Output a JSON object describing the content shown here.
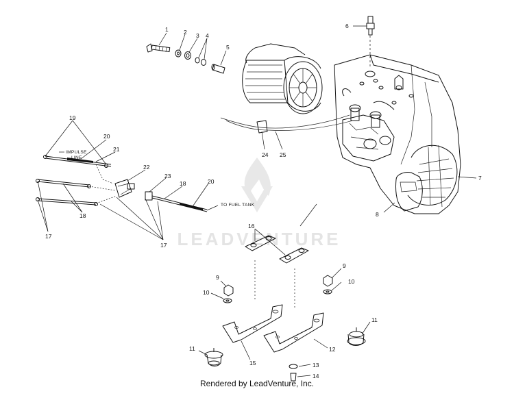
{
  "diagram": {
    "callouts": [
      {
        "label": "1"
      },
      {
        "label": "2"
      },
      {
        "label": "3"
      },
      {
        "label": "4"
      },
      {
        "label": "5"
      },
      {
        "label": "6"
      },
      {
        "label": "7"
      },
      {
        "label": "8"
      },
      {
        "label": "9"
      },
      {
        "label": "10"
      },
      {
        "label": "9"
      },
      {
        "label": "10"
      },
      {
        "label": "11"
      },
      {
        "label": "11"
      },
      {
        "label": "12"
      },
      {
        "label": "13"
      },
      {
        "label": "14"
      },
      {
        "label": "15"
      },
      {
        "label": "16"
      },
      {
        "label": "17"
      },
      {
        "label": "17"
      },
      {
        "label": "18"
      },
      {
        "label": "18"
      },
      {
        "label": "19"
      },
      {
        "label": "20"
      },
      {
        "label": "20"
      },
      {
        "label": "21"
      },
      {
        "label": "22"
      },
      {
        "label": "23"
      },
      {
        "label": "24"
      },
      {
        "label": "25"
      }
    ],
    "notes": {
      "impulse_line_1": "IMPULSE",
      "impulse_line_2": "LINE",
      "fuel_tank": "TO FUEL TANK"
    },
    "watermark": "LEADVENTURE"
  },
  "footer": {
    "credit": "Rendered by LeadVenture, Inc."
  }
}
